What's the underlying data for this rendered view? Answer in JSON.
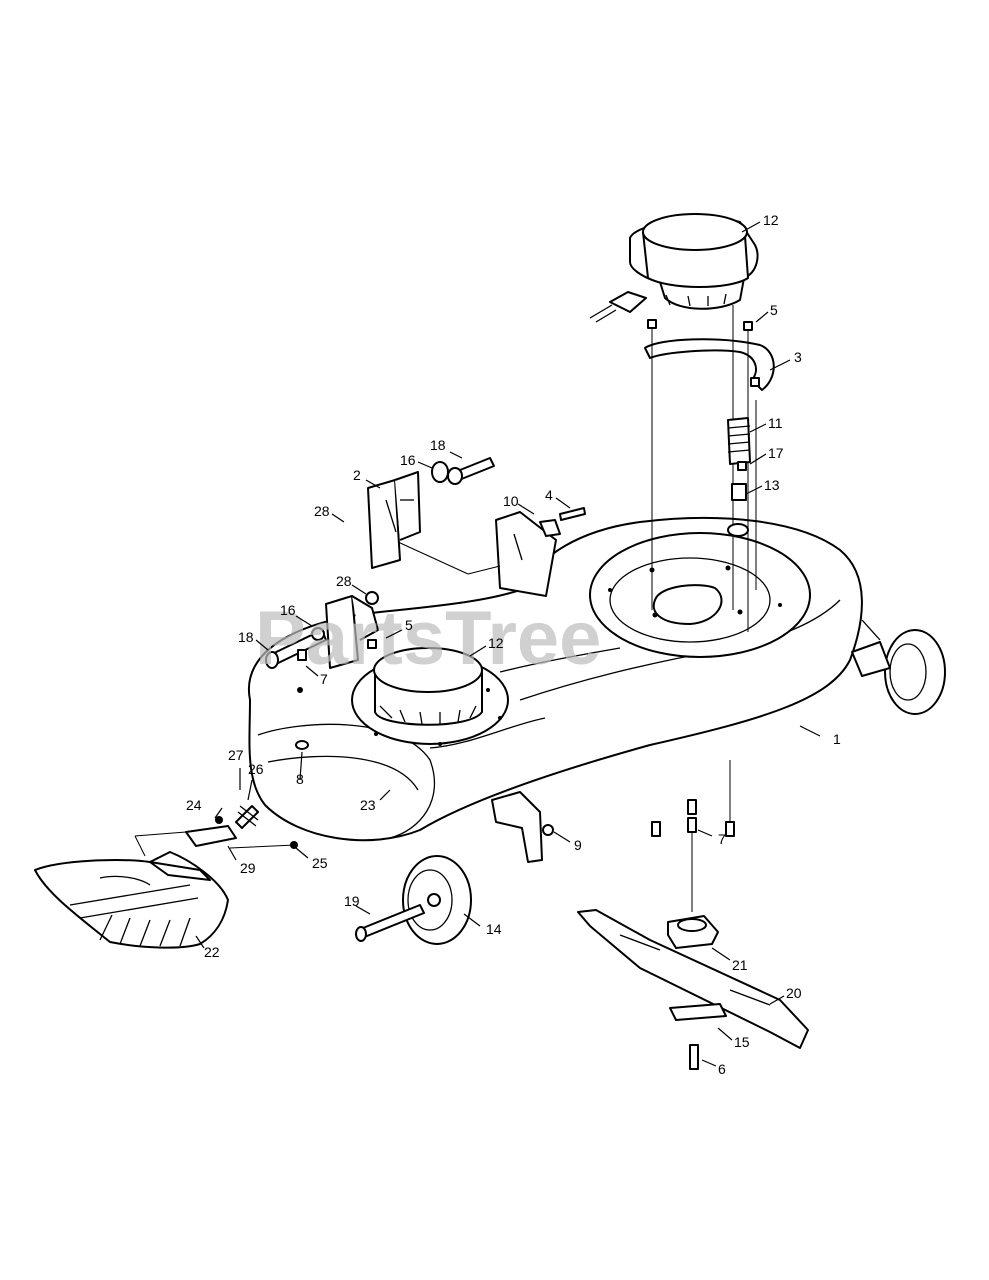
{
  "watermark": "PartsTree",
  "callouts": [
    {
      "id": "c12a",
      "text": "12"
    },
    {
      "id": "c5a",
      "text": "5"
    },
    {
      "id": "c3",
      "text": "3"
    },
    {
      "id": "c11",
      "text": "11"
    },
    {
      "id": "c17",
      "text": "17"
    },
    {
      "id": "c13",
      "text": "13"
    },
    {
      "id": "c18a",
      "text": "18"
    },
    {
      "id": "c16a",
      "text": "16"
    },
    {
      "id": "c2",
      "text": "2"
    },
    {
      "id": "c10",
      "text": "10"
    },
    {
      "id": "c4",
      "text": "4"
    },
    {
      "id": "c28a",
      "text": "28"
    },
    {
      "id": "c28b",
      "text": "28"
    },
    {
      "id": "c16b",
      "text": "16"
    },
    {
      "id": "c5b",
      "text": "5"
    },
    {
      "id": "c18b",
      "text": "18"
    },
    {
      "id": "c12b",
      "text": "12"
    },
    {
      "id": "c7a",
      "text": "7"
    },
    {
      "id": "c1",
      "text": "1"
    },
    {
      "id": "c8",
      "text": "8"
    },
    {
      "id": "c27",
      "text": "27"
    },
    {
      "id": "c24",
      "text": "24"
    },
    {
      "id": "c26",
      "text": "26"
    },
    {
      "id": "c23",
      "text": "23"
    },
    {
      "id": "c9",
      "text": "9"
    },
    {
      "id": "c7b",
      "text": "7"
    },
    {
      "id": "c25",
      "text": "25"
    },
    {
      "id": "c29",
      "text": "29"
    },
    {
      "id": "c19",
      "text": "19"
    },
    {
      "id": "c14",
      "text": "14"
    },
    {
      "id": "c22",
      "text": "22"
    },
    {
      "id": "c21",
      "text": "21"
    },
    {
      "id": "c20",
      "text": "20"
    },
    {
      "id": "c15",
      "text": "15"
    },
    {
      "id": "c6",
      "text": "6"
    }
  ]
}
